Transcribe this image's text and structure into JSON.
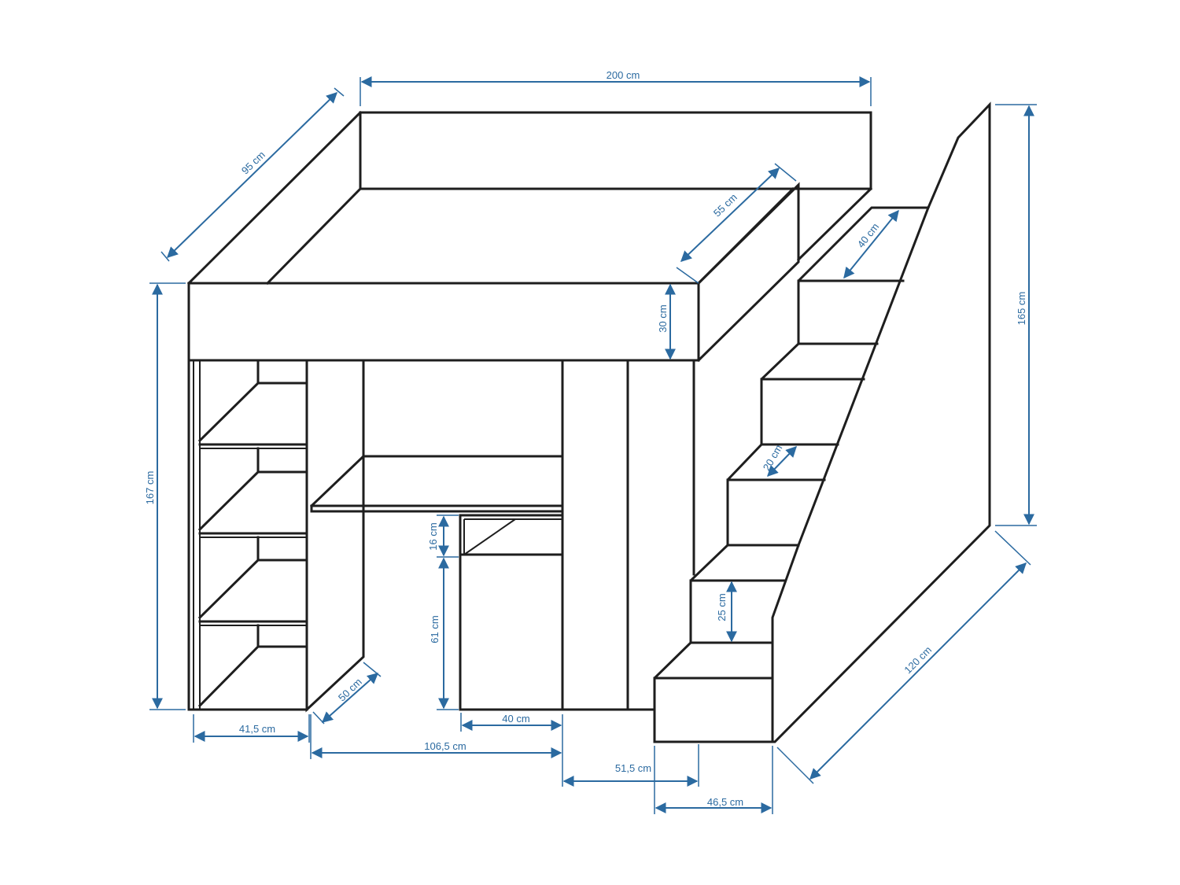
{
  "colors": {
    "outline": "#1e1e1e",
    "dimension": "#2b6aa0",
    "background": "#ffffff"
  },
  "dimensions": {
    "total_length": "200 cm",
    "depth": "95 cm",
    "guard_depth": "55 cm",
    "guard_height": "30 cm",
    "stair_tread_top": "40 cm",
    "stair_tread": "20 cm",
    "stair_riser": "25 cm",
    "stair_height": "165 cm",
    "total_height": "167 cm",
    "drawer_height": "16 cm",
    "cabinet_height": "61 cm",
    "shelf_depth": "50 cm",
    "stair_length": "120 cm",
    "shelf_width": "41,5 cm",
    "desk_width": "106,5 cm",
    "drawer_width": "40 cm",
    "wardrobe_width": "51,5 cm",
    "stair_width": "46,5 cm"
  }
}
